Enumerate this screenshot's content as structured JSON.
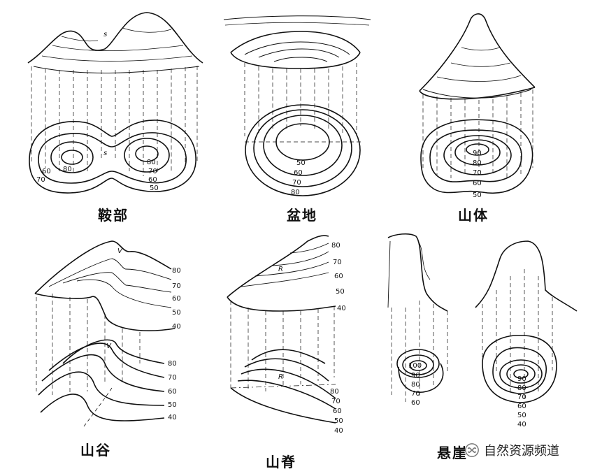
{
  "panels": [
    {
      "id": "saddle",
      "caption": "鞍部",
      "labels": [
        "s",
        "s",
        "80",
        "70",
        "60",
        "50",
        "60",
        "70",
        "80"
      ]
    },
    {
      "id": "basin",
      "caption": "盆地",
      "labels": [
        "50",
        "60",
        "70",
        "80"
      ]
    },
    {
      "id": "mountain",
      "caption": "山体",
      "labels": [
        "90",
        "80",
        "70",
        "60",
        "50"
      ]
    },
    {
      "id": "valley",
      "caption": "山谷",
      "labels": [
        "V",
        "V",
        "80",
        "70",
        "60",
        "50",
        "40",
        "80",
        "70",
        "60",
        "50",
        "40"
      ]
    },
    {
      "id": "ridge",
      "caption": "山脊",
      "labels": [
        "R",
        "R",
        "80",
        "70",
        "60",
        "50",
        "40",
        "80",
        "70",
        "60",
        "50",
        "40"
      ]
    },
    {
      "id": "cliff",
      "caption": "悬崖",
      "labels": [
        "100",
        "90",
        "80",
        "70",
        "60",
        "90",
        "80",
        "70",
        "60",
        "50",
        "40"
      ]
    }
  ],
  "watermark": {
    "text": "自然资源频道",
    "icon": "wechat-channel-icon"
  }
}
